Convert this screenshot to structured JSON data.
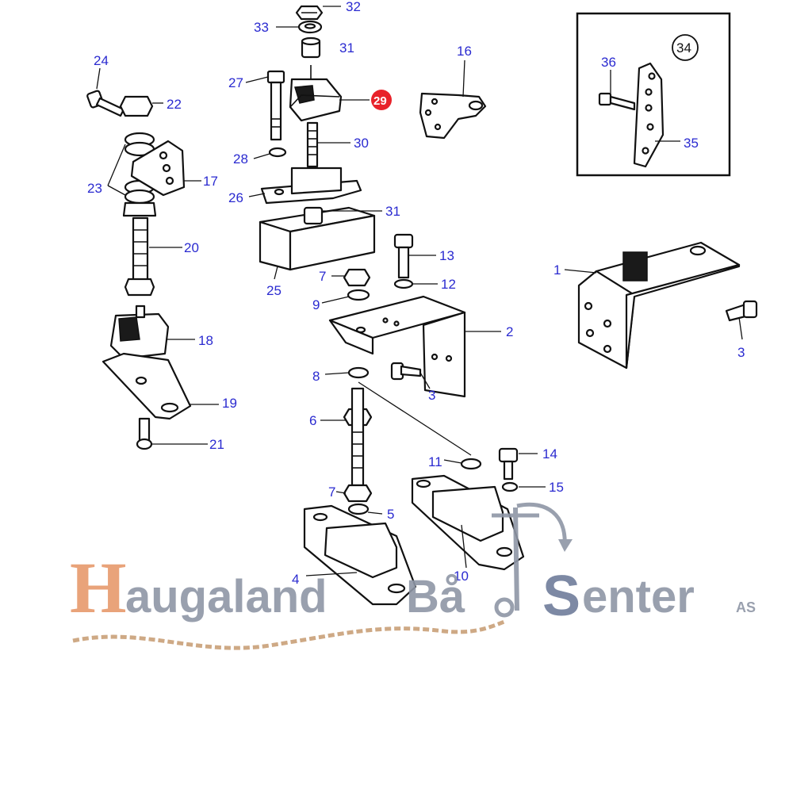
{
  "diagram": {
    "callouts": [
      {
        "id": "c32",
        "label": "32"
      },
      {
        "id": "c33",
        "label": "33"
      },
      {
        "id": "c31a",
        "label": "31"
      },
      {
        "id": "c29",
        "label": "29"
      },
      {
        "id": "c27",
        "label": "27"
      },
      {
        "id": "c30",
        "label": "30"
      },
      {
        "id": "c28",
        "label": "28"
      },
      {
        "id": "c26",
        "label": "26"
      },
      {
        "id": "c31b",
        "label": "31"
      },
      {
        "id": "c25",
        "label": "25"
      },
      {
        "id": "c24",
        "label": "24"
      },
      {
        "id": "c22",
        "label": "22"
      },
      {
        "id": "c17",
        "label": "17"
      },
      {
        "id": "c23",
        "label": "23"
      },
      {
        "id": "c20",
        "label": "20"
      },
      {
        "id": "c18",
        "label": "18"
      },
      {
        "id": "c19",
        "label": "19"
      },
      {
        "id": "c21",
        "label": "21"
      },
      {
        "id": "c16",
        "label": "16"
      },
      {
        "id": "c34",
        "label": "34"
      },
      {
        "id": "c36",
        "label": "36"
      },
      {
        "id": "c35",
        "label": "35"
      },
      {
        "id": "c1",
        "label": "1"
      },
      {
        "id": "c3a",
        "label": "3"
      },
      {
        "id": "c13",
        "label": "13"
      },
      {
        "id": "c12",
        "label": "12"
      },
      {
        "id": "c7a",
        "label": "7"
      },
      {
        "id": "c9",
        "label": "9"
      },
      {
        "id": "c2",
        "label": "2"
      },
      {
        "id": "c8",
        "label": "8"
      },
      {
        "id": "c3b",
        "label": "3"
      },
      {
        "id": "c6",
        "label": "6"
      },
      {
        "id": "c11",
        "label": "11"
      },
      {
        "id": "c14",
        "label": "14"
      },
      {
        "id": "c15",
        "label": "15"
      },
      {
        "id": "c7b",
        "label": "7"
      },
      {
        "id": "c5",
        "label": "5"
      },
      {
        "id": "c4",
        "label": "4"
      },
      {
        "id": "c10",
        "label": "10"
      }
    ],
    "highlight_color": "#e8222a",
    "callout_color": "#2a2ad0"
  },
  "watermark": {
    "initial": "H",
    "word1": "augaland",
    "word2_part": "Bå",
    "initial2": "S",
    "word3": "enter",
    "suffix": "AS",
    "colors": {
      "initial": "#e79a6c",
      "text": "#8f96a6"
    }
  }
}
